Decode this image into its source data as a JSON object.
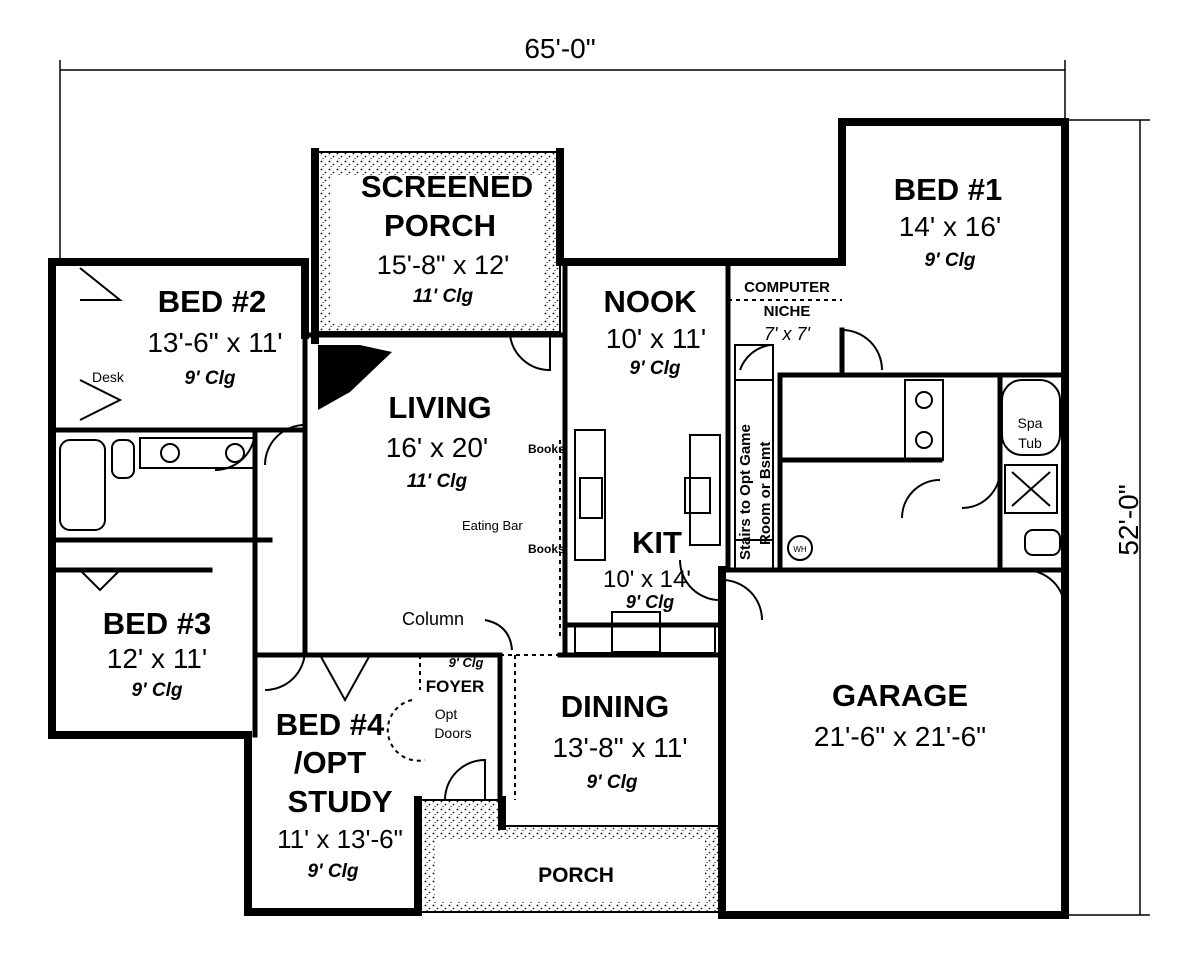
{
  "dimensions": {
    "width": "65'-0\"",
    "depth": "52'-0\""
  },
  "rooms": {
    "screened_porch": {
      "name1": "SCREENED",
      "name2": "PORCH",
      "size": "15'-8\" x 12'",
      "clg": "11' Clg"
    },
    "bed2": {
      "name": "BED #2",
      "size": "13'-6\" x 11'",
      "clg": "9' Clg"
    },
    "bed1": {
      "name": "BED #1",
      "size": "14' x 16'",
      "clg": "9' Clg"
    },
    "nook": {
      "name": "NOOK",
      "size": "10' x 11'",
      "clg": "9' Clg"
    },
    "computer_niche": {
      "name1": "COMPUTER",
      "name2": "NICHE",
      "size": "7' x 7'"
    },
    "living": {
      "name": "LIVING",
      "size": "16' x 20'",
      "clg": "11' Clg"
    },
    "kitchen": {
      "name": "KIT",
      "size": "10' x 14'",
      "clg": "9' Clg"
    },
    "bed3": {
      "name": "BED #3",
      "size": "12' x 11'",
      "clg": "9' Clg"
    },
    "garage": {
      "name": "GARAGE",
      "size": "21'-6\" x 21'-6\""
    },
    "dining": {
      "name": "DINING",
      "size": "13'-8\" x 11'",
      "clg": "9' Clg"
    },
    "bed4": {
      "name1": "BED #4",
      "name2": "/OPT",
      "name3": "STUDY",
      "size": "11' x 13'-6\"",
      "clg": "9' Clg"
    },
    "foyer": {
      "name": "FOYER",
      "clg": "9' Clg",
      "opt1": "Opt",
      "opt2": "Doors"
    },
    "porch": {
      "name": "PORCH"
    }
  },
  "labels": {
    "desk": "Desk",
    "books_top": "Books",
    "books_bottom": "Books",
    "eating_bar": "Eating Bar",
    "column": "Column",
    "stairs1": "Stairs to Opt Game",
    "stairs2": "Room or Bsmt",
    "spa1": "Spa",
    "spa2": "Tub",
    "wh": "WH"
  }
}
